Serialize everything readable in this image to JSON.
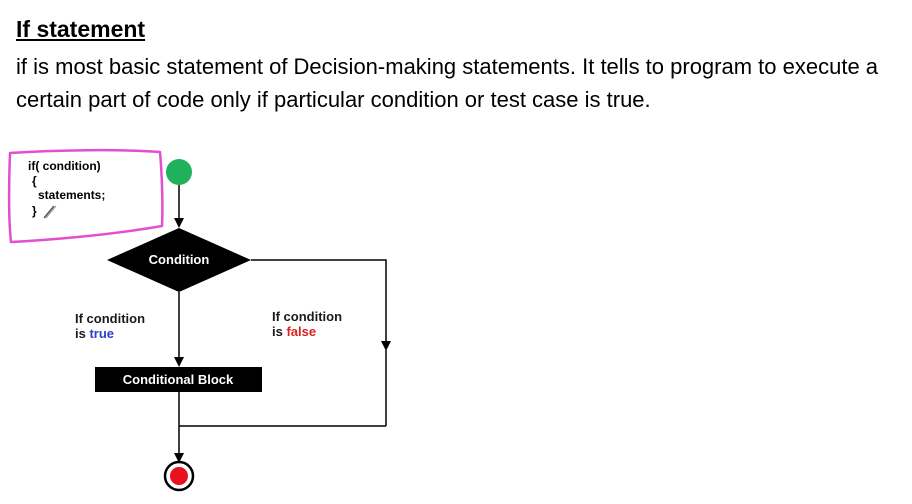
{
  "title": "If statement",
  "description": "if is most basic statement of Decision-making statements. It tells to program to execute a certain part of code only if particular condition or test case is true.",
  "code": {
    "line1": "if( condition)",
    "line2": "{",
    "line3": "statements;",
    "line4": "}"
  },
  "flowchart": {
    "decision_label": "Condition",
    "true_label_prefix": "If condition",
    "true_label_is": "is",
    "true_label_value": "true",
    "false_label_prefix": "If condition",
    "false_label_is": "is",
    "false_label_value": "false",
    "block_label": "Conditional Block"
  },
  "colors": {
    "start_node": "#1fb25a",
    "end_node": "#e8121f",
    "true_text": "#2b3fcf",
    "false_text": "#d9231f",
    "highlight": "#e34fd1",
    "shape_fill": "#000000"
  }
}
